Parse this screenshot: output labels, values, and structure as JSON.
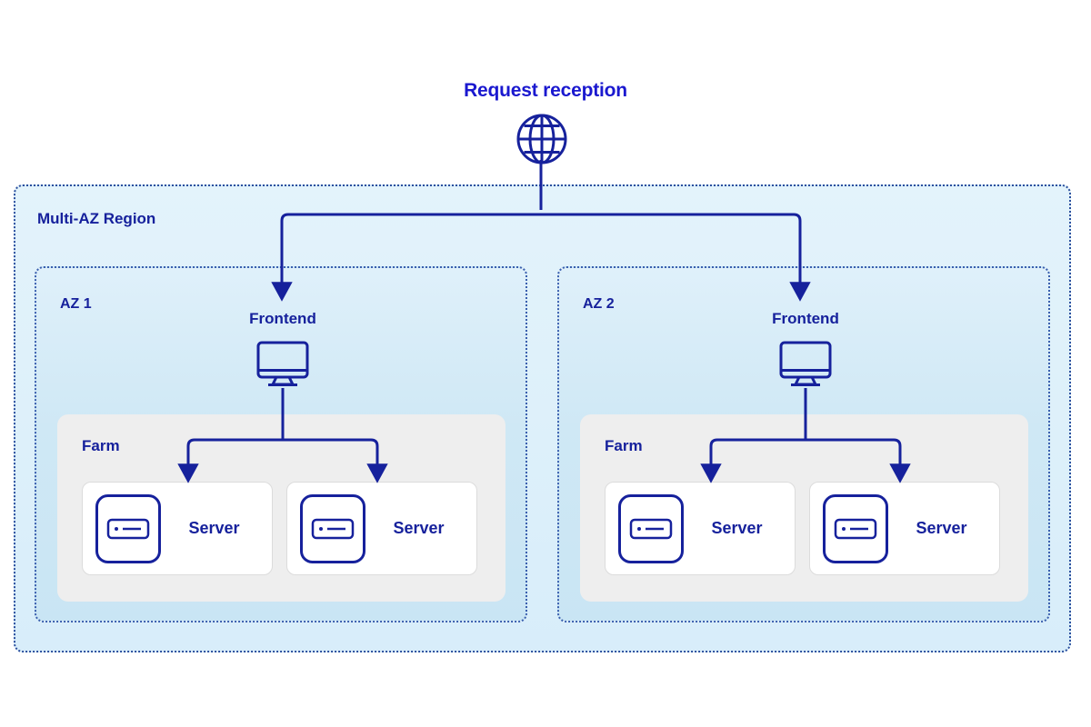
{
  "diagram": {
    "type": "architecture-diagram",
    "entry": {
      "label": "Request reception",
      "icon": "globe-icon"
    },
    "region": {
      "label": "Multi-AZ Region",
      "zones": [
        {
          "label": "AZ 1",
          "frontend": {
            "label": "Frontend",
            "icon": "monitor-icon"
          },
          "farm": {
            "label": "Farm",
            "servers": [
              {
                "label": "Server",
                "icon": "server-icon"
              },
              {
                "label": "Server",
                "icon": "server-icon"
              }
            ]
          }
        },
        {
          "label": "AZ 2",
          "frontend": {
            "label": "Frontend",
            "icon": "monitor-icon"
          },
          "farm": {
            "label": "Farm",
            "servers": [
              {
                "label": "Server",
                "icon": "server-icon"
              },
              {
                "label": "Server",
                "icon": "server-icon"
              }
            ]
          }
        }
      ]
    },
    "colors": {
      "entry_title": "#1a18cf",
      "label_blue": "#16219c",
      "stroke_blue": "#16219c",
      "region_fill": "#dff0fa",
      "region_border": "#2b4f9e",
      "az_fill": "#cfe8f5",
      "az_border": "#3a5fae",
      "farm_fill": "#eeeeee",
      "card_fill": "#ffffff",
      "card_border": "#dcdcdc"
    },
    "connections": [
      {
        "from": "request-reception",
        "to": "az-1-frontend"
      },
      {
        "from": "request-reception",
        "to": "az-2-frontend"
      },
      {
        "from": "az-1-frontend",
        "to": "az-1-server-1"
      },
      {
        "from": "az-1-frontend",
        "to": "az-1-server-2"
      },
      {
        "from": "az-2-frontend",
        "to": "az-2-server-1"
      },
      {
        "from": "az-2-frontend",
        "to": "az-2-server-2"
      }
    ]
  }
}
